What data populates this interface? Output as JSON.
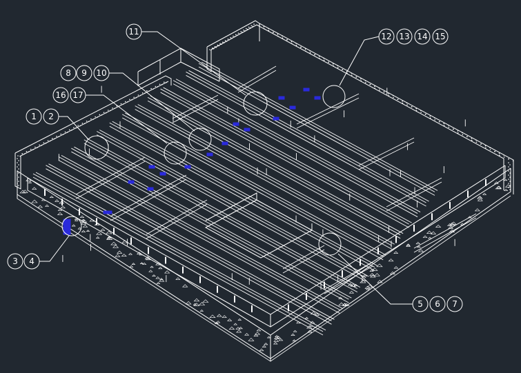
{
  "colors": {
    "background": "#212830",
    "linework": "#ffffff",
    "highlight": "#2a2adc"
  },
  "callouts": [
    {
      "id": "c1",
      "labels": [
        "11"
      ]
    },
    {
      "id": "c2",
      "labels": [
        "12",
        "13",
        "14",
        "15"
      ]
    },
    {
      "id": "c3",
      "labels": [
        "8",
        "9",
        "10"
      ]
    },
    {
      "id": "c4",
      "labels": [
        "16",
        "17"
      ]
    },
    {
      "id": "c5",
      "labels": [
        "1",
        "2"
      ]
    },
    {
      "id": "c6",
      "labels": [
        "3",
        "4"
      ]
    },
    {
      "id": "c7",
      "labels": [
        "5",
        "6",
        "7"
      ]
    }
  ]
}
